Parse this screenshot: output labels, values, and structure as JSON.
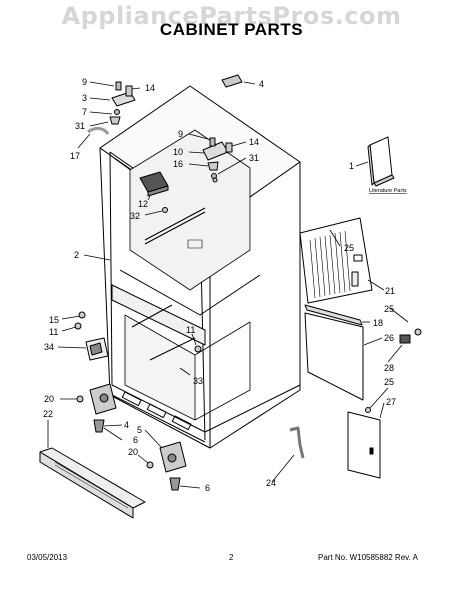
{
  "watermark": "AppliancePartsPros.com",
  "title": "CABINET PARTS",
  "literature_label": "Literature Parts",
  "footer": {
    "date": "03/05/2013",
    "page": "2",
    "part_number": "Part No. W10585882  Rev. A"
  },
  "callouts": [
    "9",
    "14",
    "3",
    "7",
    "31",
    "17",
    "4",
    "9",
    "14",
    "10",
    "16",
    "31",
    "1",
    "12",
    "32",
    "2",
    "25",
    "21",
    "15",
    "11",
    "25",
    "18",
    "34",
    "11",
    "26",
    "28",
    "33",
    "20",
    "22",
    "25",
    "27",
    "4",
    "6",
    "5",
    "20",
    "24",
    "6"
  ]
}
